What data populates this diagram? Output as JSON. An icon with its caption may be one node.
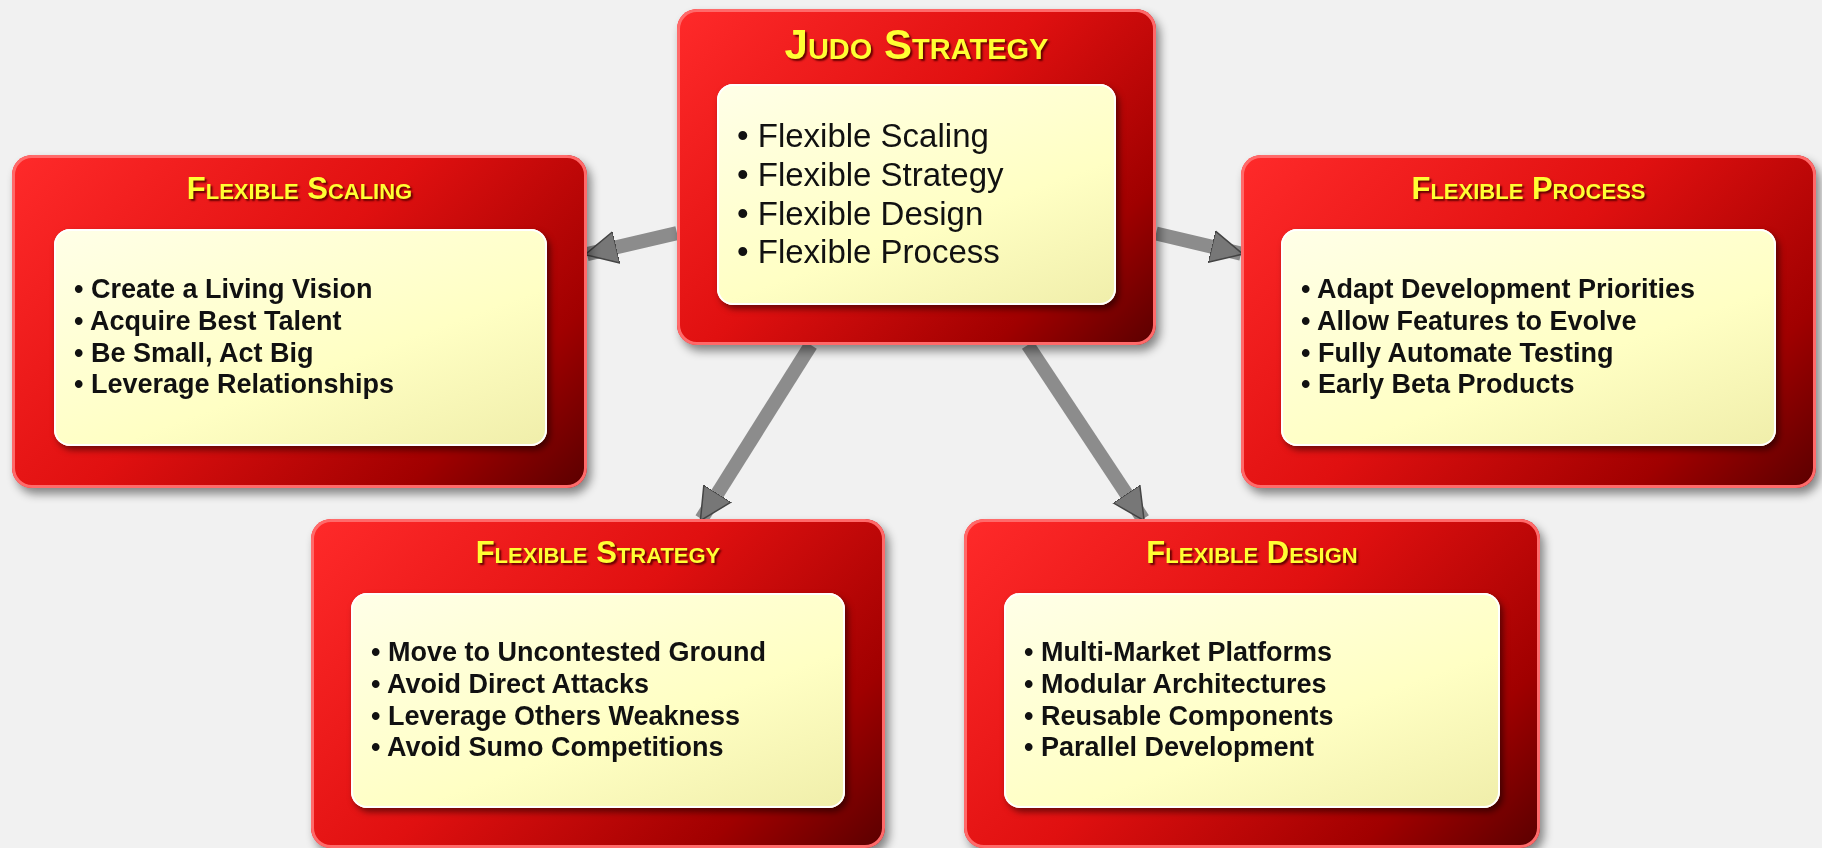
{
  "diagram": {
    "nodes": [
      {
        "text": [
          "Judo Strategy",
          "• Flexible Scaling",
          "• Flexible Strategy",
          "• Flexible Design",
          "• Flexible Process"
        ]
      },
      {
        "text": [
          "Flexible Scaling",
          "• Create a Living Vision",
          "• Acquire Best Talent",
          "• Be Small, Act Big",
          "• Leverage Relationships"
        ]
      },
      {
        "text": [
          "Flexible Process",
          "• Adapt Development Priorities",
          "• Allow Features to Evolve",
          "• Fully Automate Testing",
          "• Early Beta Products"
        ]
      },
      {
        "text": [
          "Flexible Strategy",
          "• Move to Uncontested Ground",
          "• Avoid Direct Attacks",
          "• Leverage Others Weakness",
          "• Avoid Sumo Competitions"
        ]
      },
      {
        "text": [
          "Flexible Design",
          "• Multi-Market Platforms",
          "• Modular Architectures",
          "• Reusable Components",
          "• Parallel Development"
        ]
      }
    ],
    "edges": [
      {
        "from": 0,
        "to": 1,
        "arrow": "to"
      },
      {
        "from": 0,
        "to": 3,
        "arrow": "to"
      },
      {
        "from": 0,
        "to": 4,
        "arrow": "to"
      },
      {
        "from": 0,
        "to": 2,
        "arrow": "to"
      }
    ]
  }
}
